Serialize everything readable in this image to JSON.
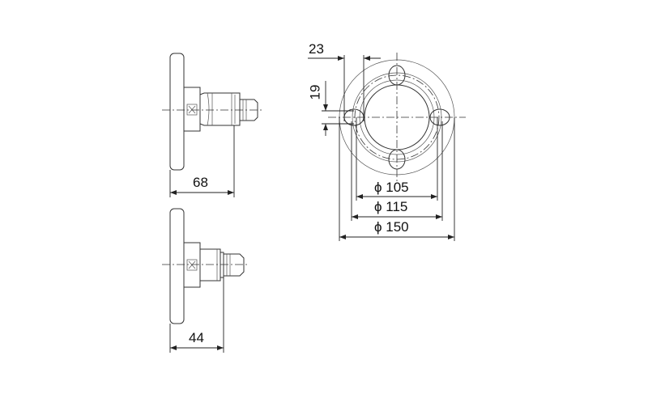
{
  "side_view_long": {
    "dimension_label": "68"
  },
  "side_view_short": {
    "dimension_label": "44"
  },
  "front_view": {
    "slot_width_label": "23",
    "slot_height_label": "19",
    "diameter_symbol": "ϕ",
    "bore_diameter_label": "105",
    "bolt_circle_label": "115",
    "outer_diameter_label": "150"
  }
}
